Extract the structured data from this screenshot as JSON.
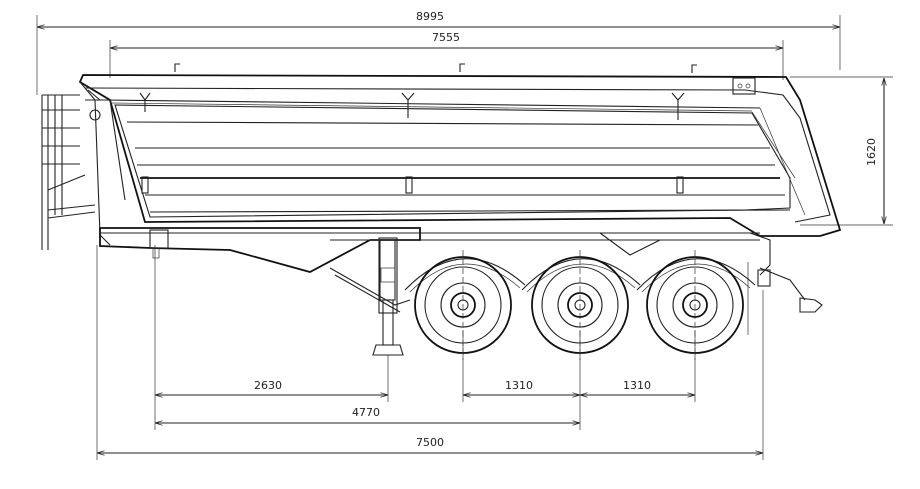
{
  "dimensions": {
    "overall_length": "8995",
    "body_length": "7555",
    "body_height": "1620",
    "kingpin_to_leg": "2630",
    "kingpin_to_axle": "4770",
    "axle_spacing_1": "1310",
    "axle_spacing_2": "1310",
    "frame_length": "7500"
  }
}
